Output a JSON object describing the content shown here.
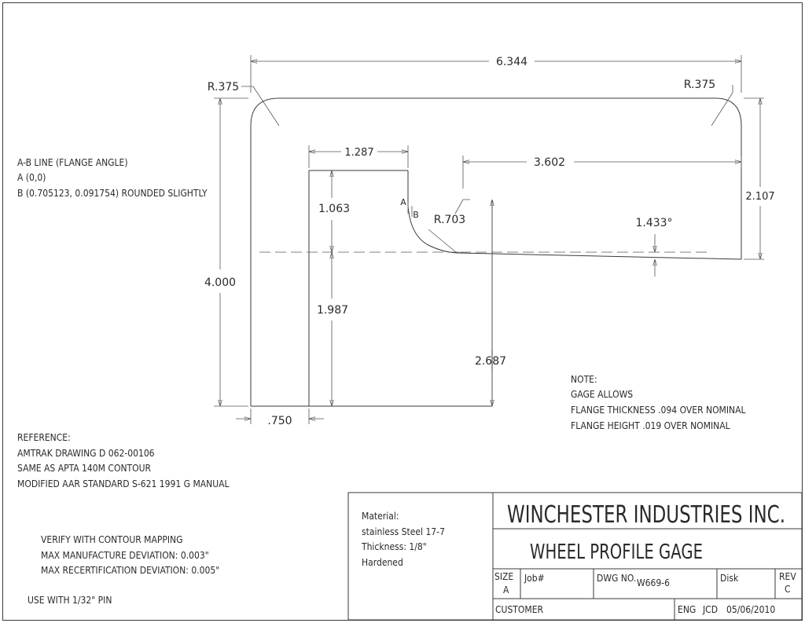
{
  "dimensions": {
    "overall_width": "6.344",
    "radius_left": "R.375",
    "radius_right": "R.375",
    "flange_width": "1.287",
    "tread_width": "3.602",
    "right_height": "2.107",
    "flange_height": "1.063",
    "flange_radius": "R.703",
    "taper_angle": "1.433°",
    "overall_height": "4.000",
    "lower_height": "1.987",
    "step_height": "2.687",
    "left_offset": ".750",
    "point_a": "A",
    "point_b": "B"
  },
  "ab_line": {
    "lines": [
      "A-B LINE (FLANGE ANGLE)",
      "A (0,0)",
      "B (0.705123, 0.091754) ROUNDED SLIGHTLY"
    ]
  },
  "gage_note": {
    "lines": [
      "NOTE:",
      "GAGE ALLOWS",
      "FLANGE THICKNESS .094 OVER NOMINAL",
      "FLANGE HEIGHT .019 OVER NOMINAL"
    ]
  },
  "reference": {
    "lines": [
      "REFERENCE:",
      "AMTRAK  DRAWING D 062-00106",
      "SAME AS APTA 140M CONTOUR",
      "MODIFIED AAR STANDARD S-621 1991 G MANUAL"
    ]
  },
  "verify": {
    "lines": [
      "VERIFY WITH CONTOUR MAPPING",
      "MAX MANUFACTURE DEVIATION: 0.003\"",
      "MAX RECERTIFICATION DEVIATION: 0.005\""
    ]
  },
  "pin_note": "USE WITH 1/32\" PIN",
  "material": {
    "lines": [
      "Material:",
      "stainless Steel 17-7",
      "Thickness: 1/8\"",
      "Hardened"
    ]
  },
  "title_block": {
    "company": "WINCHESTER INDUSTRIES INC.",
    "title": "WHEEL PROFILE GAGE",
    "size_label": "SIZE",
    "size_value": "A",
    "job_label": "Job#",
    "dwg_label": "DWG NO.",
    "dwg_value": "W669-6",
    "disk_label": "Disk",
    "rev_label": "REV",
    "rev_value": "C",
    "customer_label": "CUSTOMER",
    "eng_label": "ENG",
    "eng_value": "JCD",
    "date": "05/06/2010"
  }
}
